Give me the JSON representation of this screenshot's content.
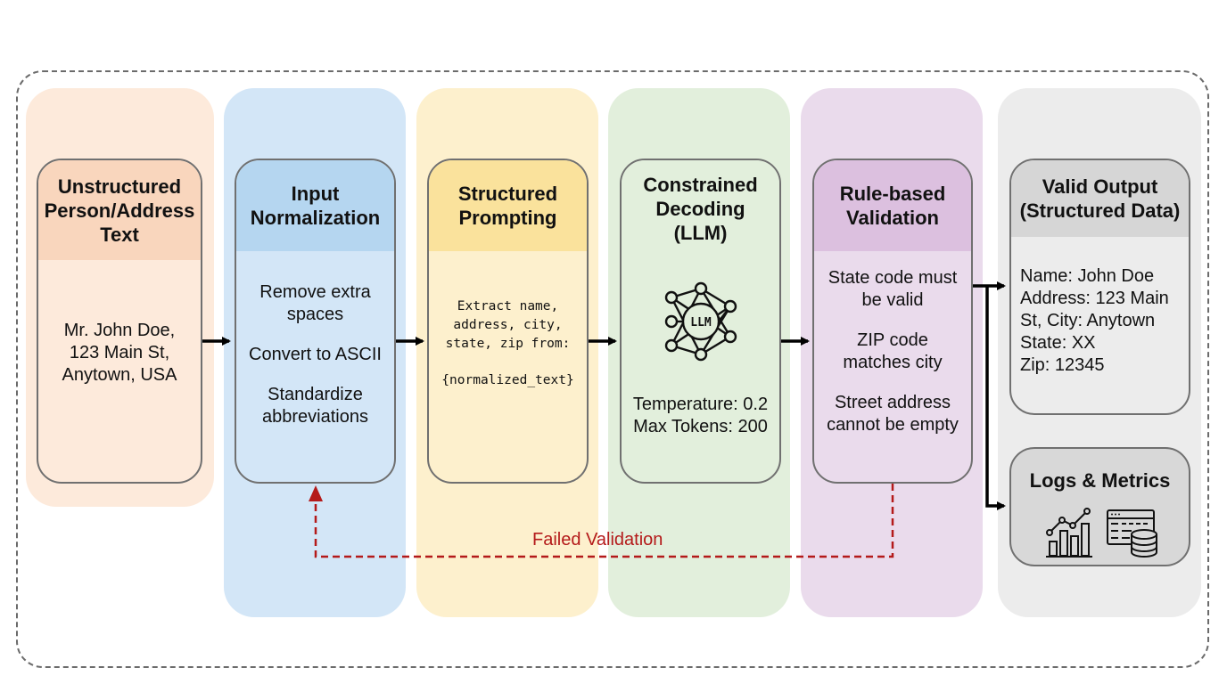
{
  "colors": {
    "lane_orange": "#fdeadb",
    "lane_blue": "#d3e6f7",
    "lane_yellow": "#fdf0cd",
    "lane_green": "#e2efdc",
    "lane_purple": "#eadbec",
    "lane_gray": "#ececec",
    "head_orange": "#f9d6bd",
    "head_blue": "#b5d6f0",
    "head_yellow": "#fae29c",
    "head_green": "#e2efdc",
    "head_purple": "#dcc0df",
    "head_gray": "#d6d6d6",
    "feedback_red": "#b41a1a"
  },
  "stages": [
    {
      "id": "input",
      "title": "Unstructured Person/Address Text",
      "title_lines": [
        "Unstructured",
        "Person/Address",
        "Text"
      ],
      "body_lines": [
        "Mr. John Doe,",
        "123 Main St,",
        "Anytown, USA"
      ]
    },
    {
      "id": "normalization",
      "title_lines": [
        "Input",
        "Normalization"
      ],
      "steps": [
        [
          "Remove extra",
          "spaces"
        ],
        [
          "Convert to ASCII"
        ],
        [
          "Standardize",
          "abbreviations"
        ]
      ]
    },
    {
      "id": "prompting",
      "title_lines": [
        "Structured",
        "Prompting"
      ],
      "prompt_lines": [
        "Extract name,",
        "address, city,",
        "state, zip from:"
      ],
      "placeholder": "{normalized_text}"
    },
    {
      "id": "decoding",
      "title_lines": [
        "Constrained",
        "Decoding",
        "(LLM)"
      ],
      "icon_label": "LLM",
      "params": [
        "Temperature: 0.2",
        "Max Tokens: 200"
      ]
    },
    {
      "id": "validation",
      "title_lines": [
        "Rule-based",
        "Validation"
      ],
      "rules": [
        [
          "State code must",
          "be valid"
        ],
        [
          "ZIP code",
          "matches city"
        ],
        [
          "Street address",
          "cannot be empty"
        ]
      ]
    },
    {
      "id": "output",
      "title_lines": [
        "Valid Output",
        "(Structured Data)"
      ],
      "fields": [
        "Name: John Doe",
        "Address: 123 Main",
        "St, City: Anytown",
        "State: XX",
        "Zip: 12345"
      ]
    },
    {
      "id": "logs",
      "title": "Logs & Metrics"
    }
  ],
  "feedback_label": "Failed Validation"
}
